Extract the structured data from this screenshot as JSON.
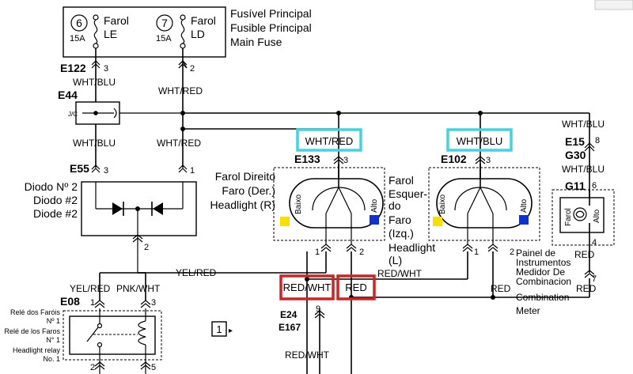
{
  "fuse_block": {
    "fuse_left": {
      "number": "6",
      "amps": "15A",
      "label_line1": "Farol",
      "label_line2": "LE"
    },
    "fuse_right": {
      "number": "7",
      "amps": "15A",
      "label_line1": "Farol",
      "label_line2": "LD"
    },
    "title_lines": [
      "Fusível Principal",
      "Fusible Principal",
      "Main Fuse"
    ]
  },
  "connectors": {
    "e122": {
      "id": "E122",
      "pin_left": "3",
      "pin_right": "2"
    },
    "e44": {
      "id": "E44",
      "jc": "J/C"
    },
    "e55": {
      "id": "E55",
      "pin_left": "3",
      "pin_right": "1",
      "pin_bottom": "2"
    },
    "e133": {
      "id": "E133",
      "pin_top": "3",
      "pin_bl": "1",
      "pin_br": "2"
    },
    "e102": {
      "id": "E102",
      "pin_top": "3",
      "pin_bl": "1",
      "pin_br": "2"
    },
    "e15": {
      "id": "E15",
      "pin": "8"
    },
    "g30": {
      "id": "G30"
    },
    "g11": {
      "id": "G11",
      "pin_top": "6",
      "pin_bottom": "4"
    },
    "e08": {
      "id": "E08",
      "pin_tl": "1",
      "pin_tr": "3",
      "pin_bl": "2",
      "pin_br": "5"
    },
    "e24": {
      "id": "E24",
      "pin": "9"
    },
    "e167": {
      "id": "E167"
    },
    "ref": {
      "number": "1",
      "arrow": "▸"
    }
  },
  "wires": {
    "wht_blu_1": "WHT/BLU",
    "wht_red_1": "WHT/RED",
    "wht_blu_2": "WHT/BLU",
    "wht_red_2": "WHT/RED",
    "wht_blu_right_1": "WHT/BLU",
    "wht_blu_right_2": "WHT/BLU",
    "yel_red_mid": "YEL/RED",
    "yel_red_relay": "YEL/RED",
    "pnk_wht": "PNK/WHT",
    "red_wht_mid": "RED/WHT",
    "red_wht_bottom": "RED/WHT",
    "red_right_1": "RED",
    "red_right_2": "RED",
    "red_mid": "RED"
  },
  "highlights": {
    "cyan_left": "WHT/RED",
    "cyan_right": "WHT/BLU",
    "red_left": "RED/WHT",
    "red_right": "RED",
    "cyan_color": "#41d3e0",
    "red_color": "#d42020"
  },
  "diode": {
    "lines": [
      "Diodo Nº 2",
      "Diodo #2",
      "Diode #2"
    ]
  },
  "headlight_right": {
    "lines": [
      "Farol Direito",
      "Faro (Der.)",
      "Headlight (R)"
    ],
    "low": "Baixo",
    "high": "Alto"
  },
  "headlight_left": {
    "lines": [
      "Farol",
      "Esquer-",
      "do",
      "Faro",
      "(Izq.)",
      "Headlight",
      "(L)"
    ],
    "low": "Baixo",
    "high": "Alto"
  },
  "meter": {
    "lamp_label": "Farol",
    "high_label": "Alto",
    "lines": [
      "Painel de",
      "Instrumentos",
      "Medidor De",
      "Combinacion",
      "Combination",
      "Meter"
    ]
  },
  "relay": {
    "lines": [
      "Relé dos Faróis",
      "Nº 1",
      "Relé de los Faros",
      "N° 1",
      "Headlight relay",
      "No. 1"
    ]
  },
  "colors": {
    "yellow": "#f5e000",
    "blue": "#1030d0",
    "ink": "#000000"
  }
}
